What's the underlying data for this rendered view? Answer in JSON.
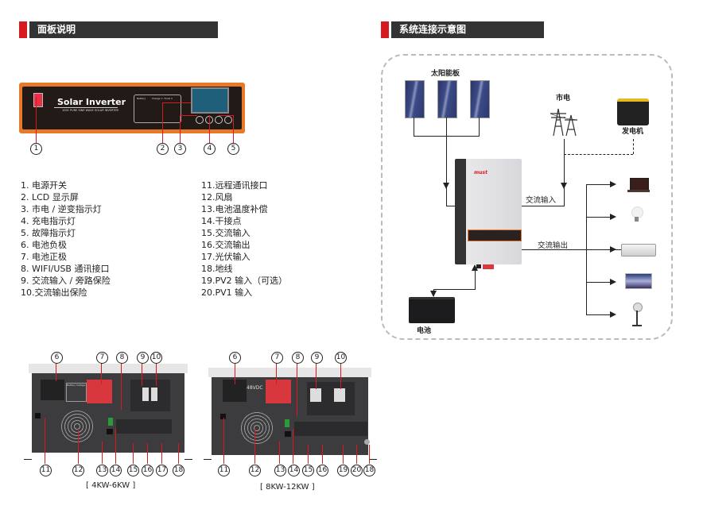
{
  "left_section": {
    "title": "面板说明",
    "front_panel": {
      "brand_text": "Solar Inverter",
      "subtitle": "1001 PURE SINE WAVE SOLAR INVERTER",
      "table_header": [
        "Battery",
        "Charge V",
        "Float V"
      ],
      "callouts": [
        "1",
        "2",
        "3",
        "4",
        "5"
      ]
    },
    "legend_left": [
      "1.  电源开关",
      "2.  LCD 显示屏",
      "3.  市电 / 逆变指示灯",
      "4.  充电指示灯",
      "5.  故障指示灯",
      "6.  电池负极",
      "7.  电池正极",
      "8.  WIFI/USB 通讯接口",
      "9.  交流输入 / 旁路保险",
      "10.交流输出保险"
    ],
    "legend_right": [
      "11.远程通讯接口",
      "12.风扇",
      "13.电池温度补偿",
      "14.干接点",
      "15.交流输入",
      "16.交流输出",
      "17.光伏输入",
      "18.地线",
      "19.PV2 输入（可选）",
      "20.PV1 输入"
    ],
    "rear_panels": [
      {
        "caption": "[ 4KW-6KW ]",
        "voltage_label": "Battery Voltage",
        "top_callouts": [
          "6",
          "7",
          "8",
          "9",
          "10"
        ],
        "bottom_callouts": [
          "11",
          "12",
          "13",
          "14",
          "15",
          "16",
          "17",
          "18"
        ]
      },
      {
        "caption": "[ 8KW-12KW ]",
        "voltage_label": "48VDC",
        "top_callouts": [
          "6",
          "7",
          "8",
          "9",
          "10"
        ],
        "bottom_callouts": [
          "11",
          "12",
          "13",
          "14",
          "15",
          "16",
          "19",
          "20",
          "18"
        ]
      }
    ]
  },
  "right_section": {
    "title": "系统连接示意图",
    "labels": {
      "solar_panels": "太阳能板",
      "grid": "市电",
      "generator": "发电机",
      "ac_input": "交流输入",
      "ac_output": "交流输出",
      "battery": "电池",
      "inverter_brand": "must"
    },
    "loads": [
      "laptop",
      "light-bulb",
      "air-conditioner",
      "television",
      "fan"
    ]
  },
  "colors": {
    "accent_red": "#d71920",
    "header_dark": "#333333",
    "panel_orange": "#e8782a"
  }
}
